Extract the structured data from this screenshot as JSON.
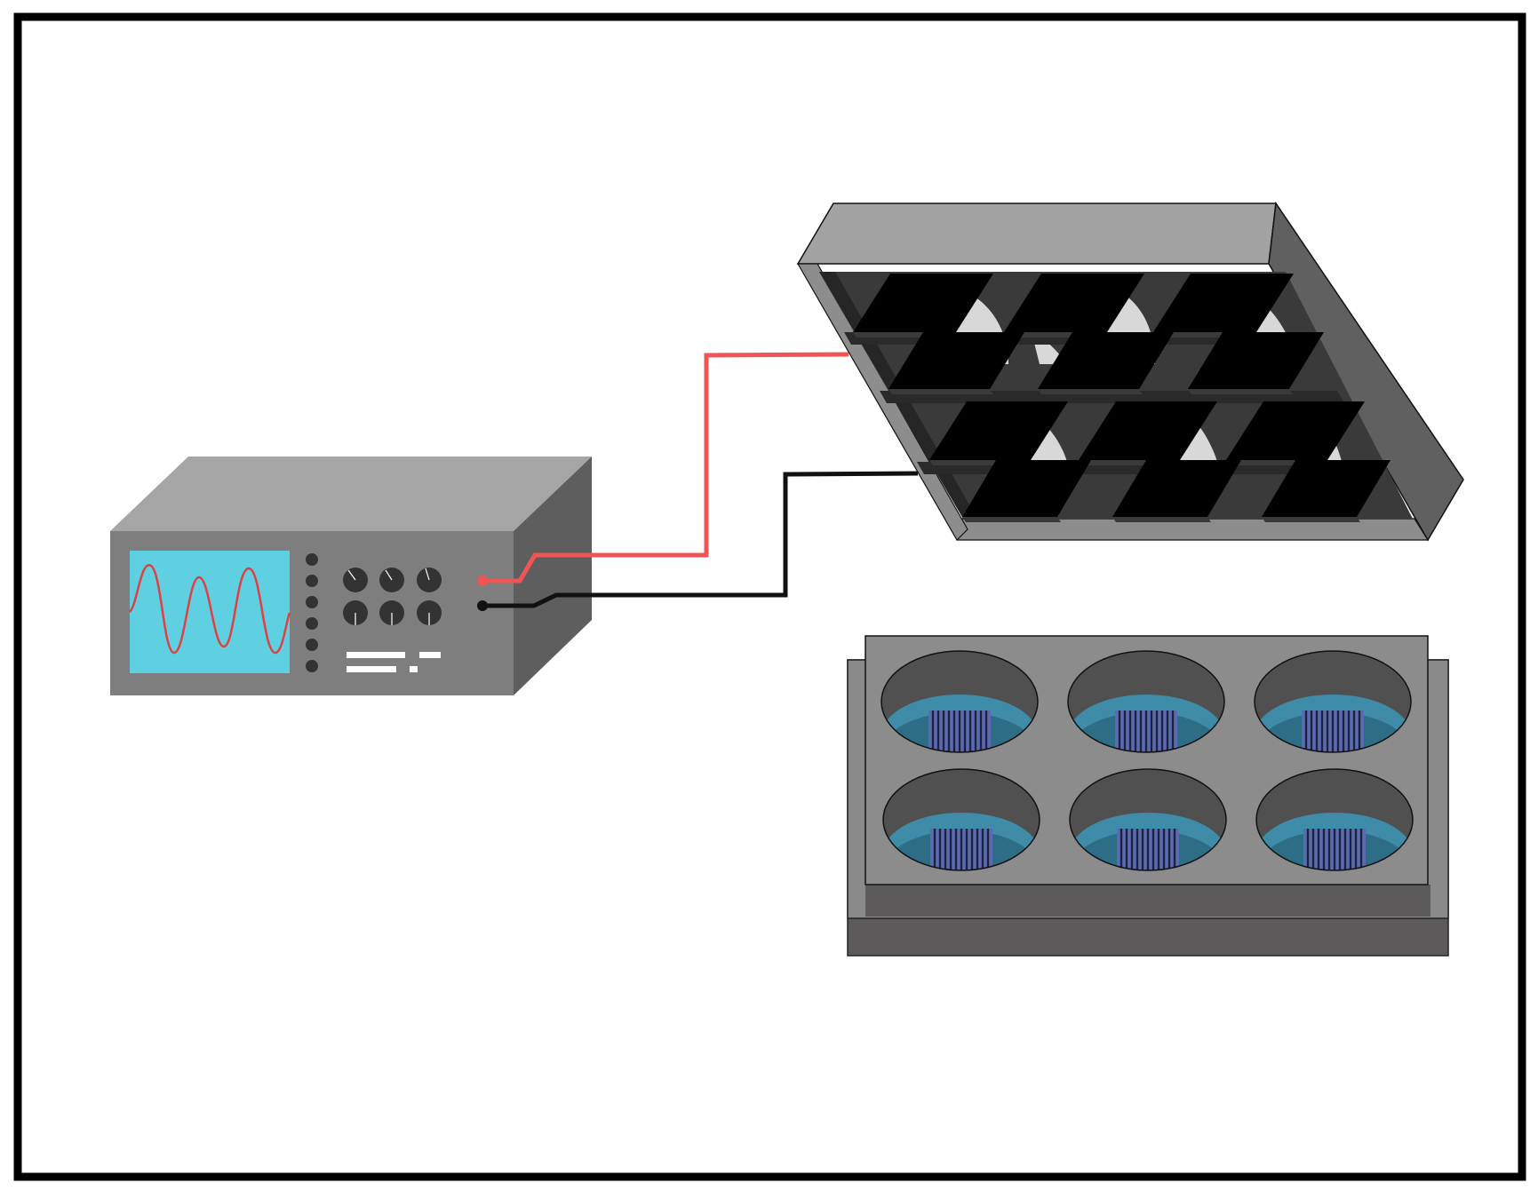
{
  "diagram": {
    "components": [
      {
        "id": "function-generator",
        "screen_color": "#5ED0E2",
        "signal_color": "#E04040",
        "body_color": "#7A7A7A"
      },
      {
        "id": "electrode-lid",
        "body_color": "#6A6A6A",
        "pad_color": "#000000"
      },
      {
        "id": "six-well-plate",
        "wells": 6,
        "medium_color": "#3E8CA8",
        "electrode_color": "#5C6BB0"
      }
    ],
    "connections": [
      {
        "name": "positive-lead",
        "color": "#F05454"
      },
      {
        "name": "ground-lead",
        "color": "#111111"
      }
    ]
  }
}
